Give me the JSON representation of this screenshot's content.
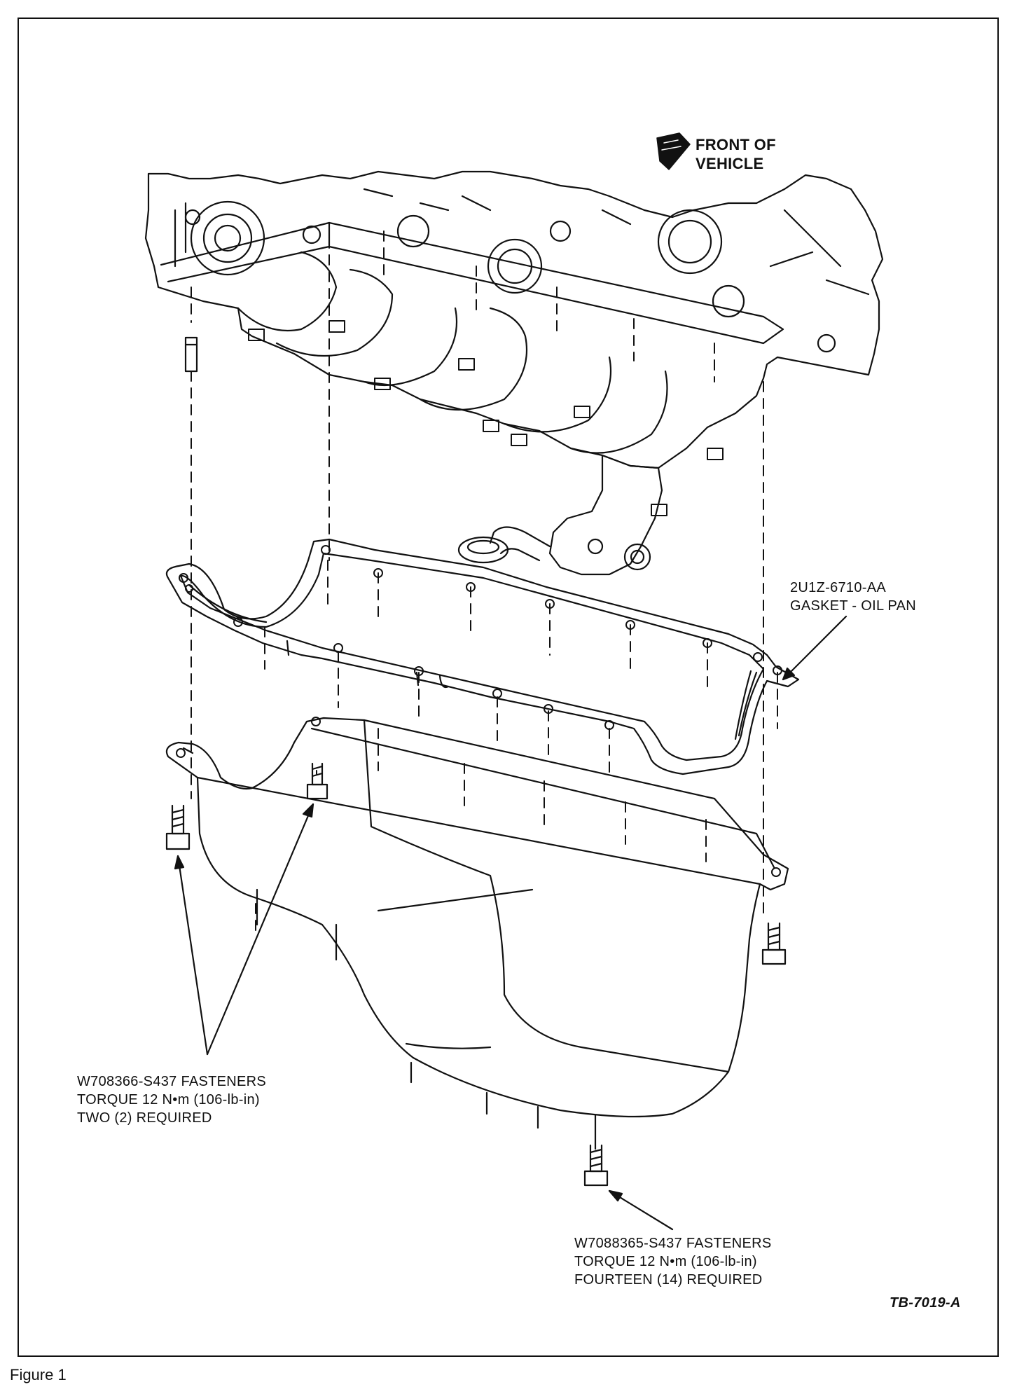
{
  "orientation": {
    "lines": [
      "FRONT OF",
      "VEHICLE"
    ],
    "icon": "front-arrow-icon"
  },
  "callouts": {
    "gasket": {
      "lines": [
        "2U1Z-6710-AA",
        "GASKET - OIL PAN"
      ]
    },
    "fasteners_two": {
      "lines": [
        "W708366-S437 FASTENERS",
        "TORQUE 12 N•m (106-lb-in)",
        "TWO (2) REQUIRED"
      ]
    },
    "fasteners_fourteen": {
      "lines": [
        "W7088365-S437 FASTENERS",
        "TORQUE 12 N•m (106-lb-in)",
        "FOURTEEN (14) REQUIRED"
      ]
    }
  },
  "drawing_code": "TB-7019-A",
  "caption": "Figure 1"
}
